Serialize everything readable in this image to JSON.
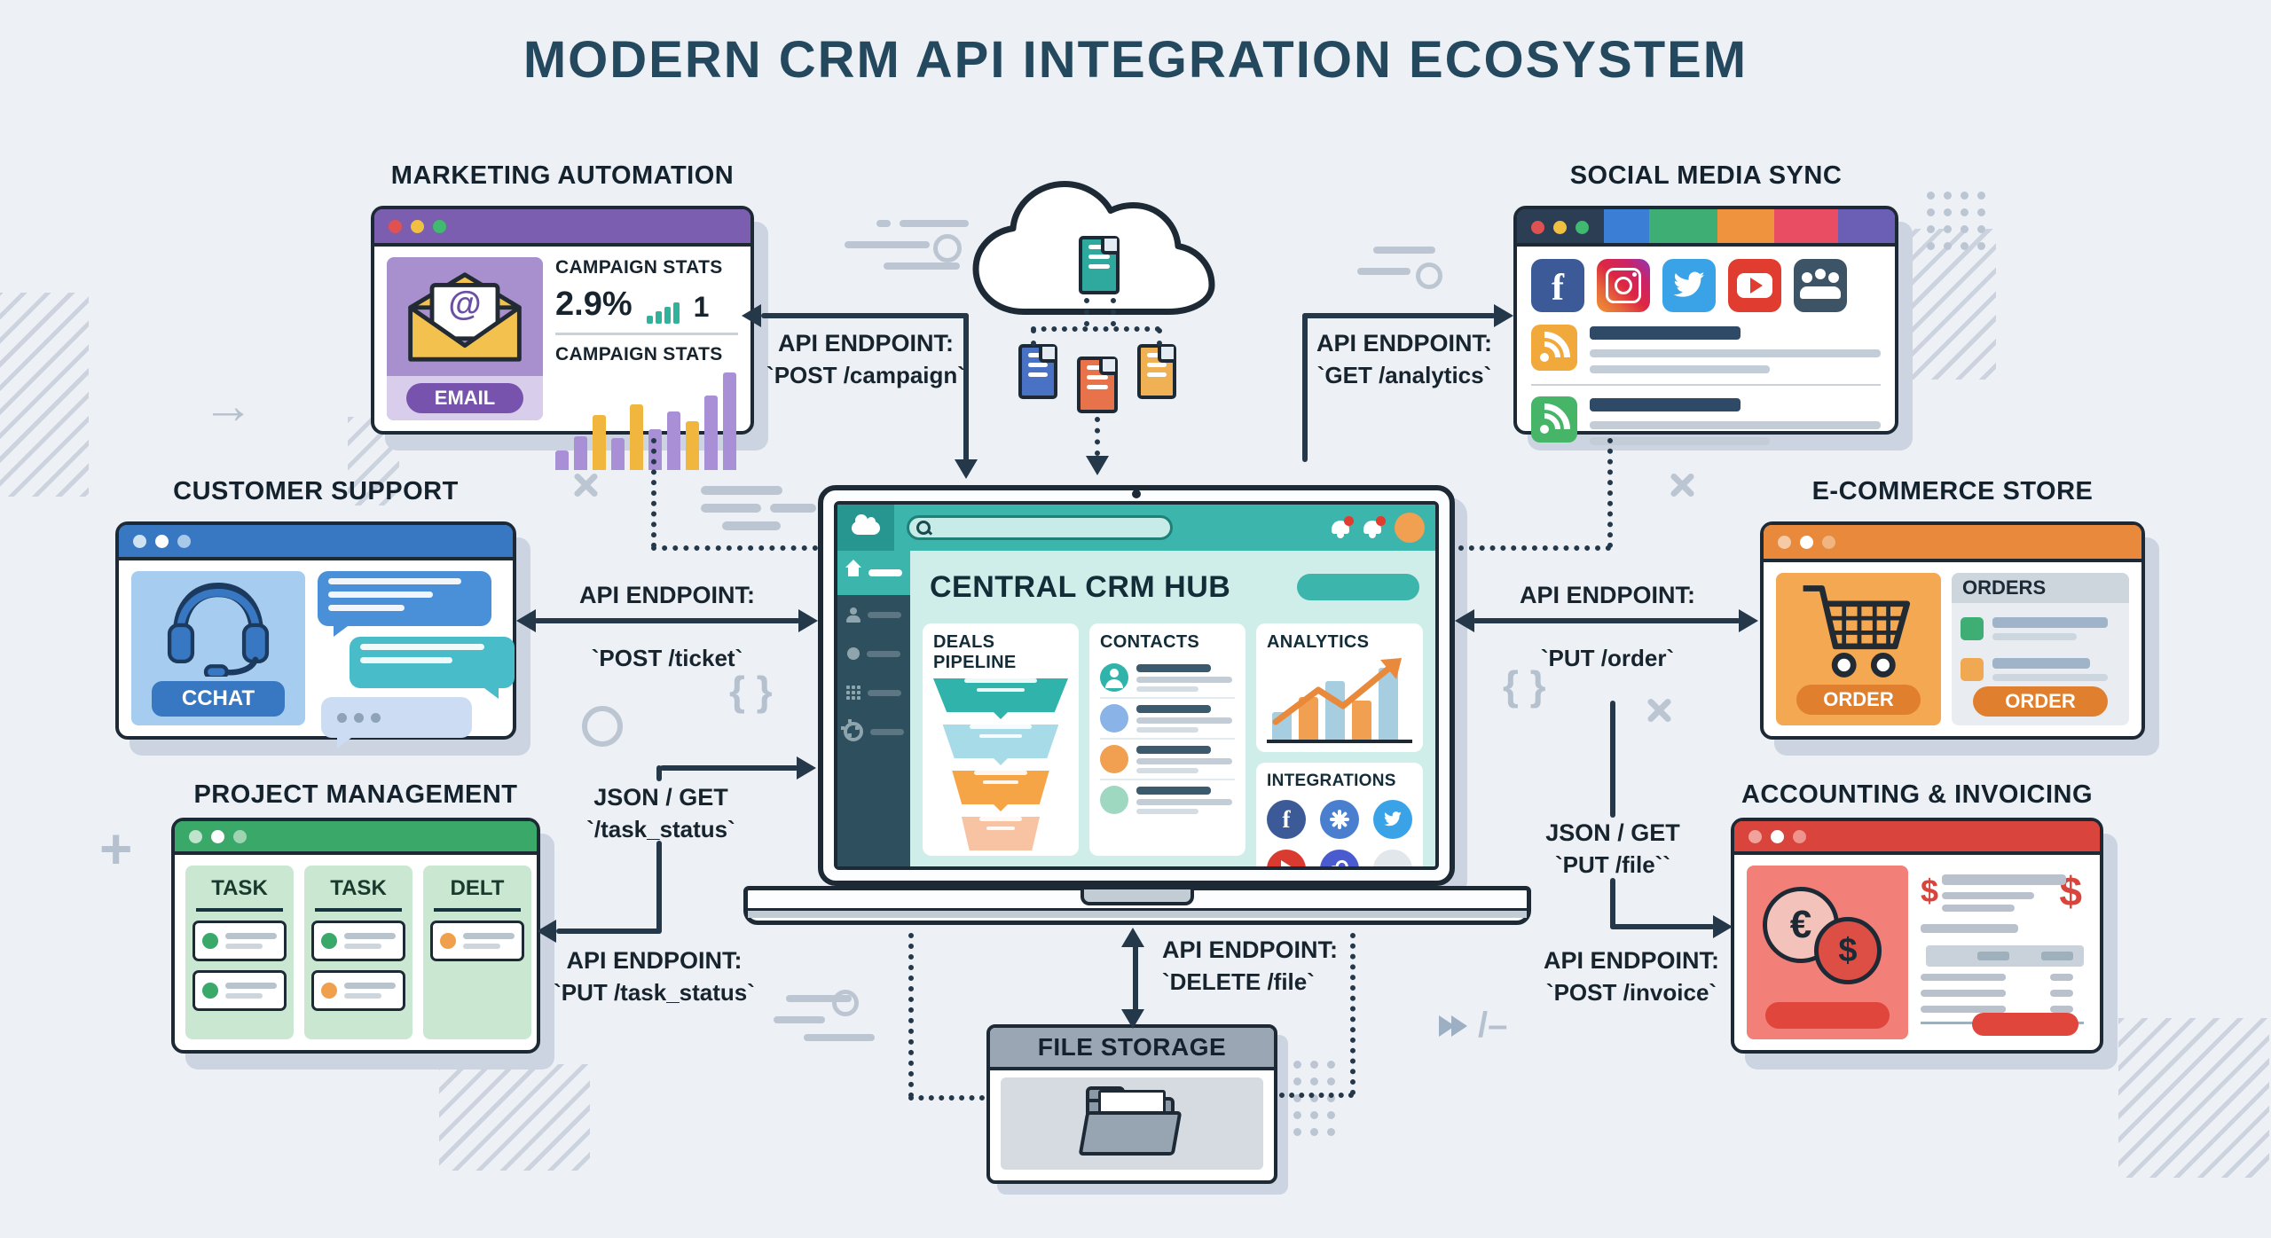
{
  "title": "MODERN CRM API INTEGRATION ECOSYSTEM",
  "colors": {
    "background": "#edf1f6",
    "ink": "#1d2a35",
    "arrow": "#24384a",
    "teal": "#3cb5ad",
    "purple": "#7c5eb0",
    "blue": "#3878c2",
    "green": "#3aa868",
    "orange": "#e8893c",
    "red": "#d9453c",
    "gray": "#9aa6b4"
  },
  "cards": {
    "marketing": {
      "title": "MARKETING AUTOMATION",
      "stats_heading": "CAMPAIGN STATS",
      "stat_value": "2.9%",
      "stat_count": "1",
      "chart_heading": "CAMPAIGN STATS",
      "email_button": "EMAIL",
      "at_symbol": "@",
      "mini_bars": [
        9,
        14,
        19,
        24
      ],
      "chart_bars": [
        {
          "h": 22,
          "c": "purple"
        },
        {
          "h": 38,
          "c": "purple"
        },
        {
          "h": 62,
          "c": "yellow"
        },
        {
          "h": 36,
          "c": "purple"
        },
        {
          "h": 74,
          "c": "yellow"
        },
        {
          "h": 46,
          "c": "purple"
        },
        {
          "h": 66,
          "c": "purple"
        },
        {
          "h": 55,
          "c": "yellow"
        },
        {
          "h": 84,
          "c": "purple"
        },
        {
          "h": 110,
          "c": "purple"
        }
      ]
    },
    "social": {
      "title": "SOCIAL MEDIA SYNC",
      "facebook_glyph": "f",
      "header_segments": [
        "#2c3e54",
        "#3a7fd5",
        "#3fae74",
        "#f0933f",
        "#e84d63",
        "#6b5fb5"
      ]
    },
    "support": {
      "title": "CUSTOMER SUPPORT",
      "chat_button": "CCHAT"
    },
    "ecommerce": {
      "title": "E-COMMERCE STORE",
      "orders_heading": "ORDERS",
      "order_button": "ORDER",
      "order_button_2": "ORDER"
    },
    "project": {
      "title": "PROJECT MANAGEMENT",
      "columns": [
        {
          "label": "TASK",
          "cards": [
            "green",
            "green"
          ]
        },
        {
          "label": "TASK",
          "cards": [
            "green",
            "orange"
          ]
        },
        {
          "label": "DELT",
          "cards": [
            "orange"
          ]
        }
      ]
    },
    "accounting": {
      "title": "ACCOUNTING & INVOICING",
      "euro": "€",
      "dollar": "$",
      "dollar_small": "$",
      "dollar_large": "$"
    },
    "file_storage": {
      "title": "FILE STORAGE"
    }
  },
  "hub": {
    "heading": "CENTRAL CRM HUB",
    "panels": {
      "deals": "DEALS PIPELINE",
      "contacts": "CONTACTS",
      "analytics": "ANALYTICS",
      "integrations": "INTEGRATIONS"
    },
    "funnel": [
      {
        "color": "#2fb3aa",
        "width": 100
      },
      {
        "color": "#a7dbe8",
        "width": 86
      },
      {
        "color": "#f5a546",
        "width": 72
      },
      {
        "color": "#f8c3a3",
        "width": 58
      }
    ],
    "contacts_avatars": [
      "#2fb3aa",
      "#8ab4e8",
      "#f0a050",
      "#9fd8c0"
    ],
    "analytics_bars": [
      {
        "h": 34,
        "c": "#a7cde0"
      },
      {
        "h": 52,
        "c": "#f0a050"
      },
      {
        "h": 72,
        "c": "#a7cde0"
      },
      {
        "h": 48,
        "c": "#f0a050"
      },
      {
        "h": 88,
        "c": "#a7cde0"
      }
    ],
    "integrations_icons": [
      {
        "name": "facebook",
        "color": "#3d5a98",
        "glyph": "f"
      },
      {
        "name": "snowflake",
        "color": "#4a7fd0",
        "glyph": "flake"
      },
      {
        "name": "twitter",
        "color": "#3aa3e8",
        "glyph": "bird"
      },
      {
        "name": "youtube",
        "color": "#d93b30",
        "glyph": "play"
      },
      {
        "name": "link",
        "color": "#4a5acf",
        "glyph": "chain"
      },
      {
        "name": "more",
        "color": "#e2e7ec",
        "glyph": "dots"
      }
    ]
  },
  "endpoints": {
    "campaign": {
      "line1": "API ENDPOINT:",
      "line2": "`POST /campaign`"
    },
    "analytics": {
      "line1": "API ENDPOINT:",
      "line2": "`GET /analytics`"
    },
    "ticket": {
      "line1": "API ENDPOINT:",
      "line2": "`POST /ticket`"
    },
    "order": {
      "line1": "API ENDPOINT:",
      "line2": "`PUT /order`"
    },
    "task_get": {
      "line1": "JSON / GET",
      "line2": "`/task_status`"
    },
    "task_put": {
      "line1": "API ENDPOINT:",
      "line2": "`PUT /task_status`"
    },
    "file_get": {
      "line1": "JSON / GET",
      "line2": "`PUT /file``"
    },
    "invoice": {
      "line1": "API ENDPOINT:",
      "line2": "`POST /invoice`"
    },
    "file_delete": {
      "line1": "API ENDPOINT:",
      "line2": "`DELETE /file`"
    }
  },
  "decor": {
    "arrow": "→",
    "plus": "+",
    "braces": "{ }",
    "slash": "/–"
  }
}
